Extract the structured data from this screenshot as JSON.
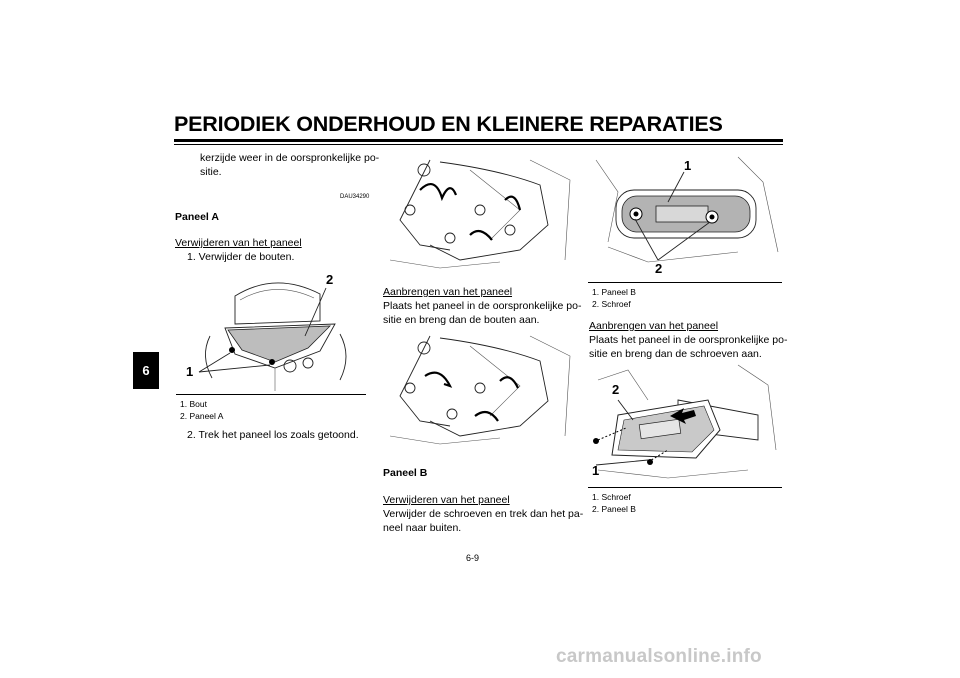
{
  "header": {
    "title": "PERIODIEK ONDERHOUD EN KLEINERE REPARATIES"
  },
  "side_tab": {
    "label": "6"
  },
  "col1": {
    "intro_line1": "kerzijde weer in de oorspronkelijke po-",
    "intro_line2": "sitie.",
    "code": "DAU34290",
    "heading": "Paneel A",
    "sub": "Verwijderen van het paneel",
    "step1": "1.  Verwijder de bouten.",
    "fig_num1": "1",
    "fig_num2": "2",
    "caption1": "1.  Bout",
    "caption2": "2.  Paneel A",
    "step2": "2.  Trek het paneel los zoals getoond."
  },
  "col2": {
    "sub": "Aanbrengen van het paneel",
    "line1": "Plaats het paneel in de oorspronkelijke po-",
    "line2": "sitie en breng dan de bouten aan.",
    "heading": "Paneel B",
    "sub2": "Verwijderen van het paneel",
    "line3": "Verwijder de schroeven en trek dan het pa-",
    "line4": "neel naar buiten."
  },
  "col3": {
    "fig1_num1": "1",
    "fig1_num2": "2",
    "caption1": "1.  Paneel B",
    "caption2": "2.  Schroef",
    "sub": "Aanbrengen van het paneel",
    "line1": "Plaats het paneel in de oorspronkelijke po-",
    "line2": "sitie en breng dan de schroeven aan.",
    "fig2_num1": "2",
    "fig2_num2": "1",
    "caption3": "1.  Schroef",
    "caption4": "2.  Paneel B"
  },
  "footer": {
    "page": "6-9"
  },
  "watermark": {
    "text": "carmanualsonline.info"
  }
}
